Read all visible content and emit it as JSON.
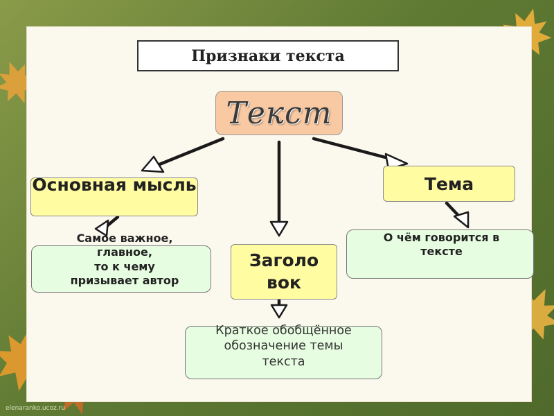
{
  "title": "Признаки текста",
  "central": "Текст",
  "nodes": {
    "main_idea": {
      "label": "Основная мысль",
      "description": "Самое важное,\nглавное,\nто к чему\nпризывает автор"
    },
    "heading": {
      "label": "Заголо вок",
      "description": "Краткое обобщённое\nобозначение темы\nтекста"
    },
    "topic": {
      "label": "Тема",
      "description": "О чём говорится в\nтексте"
    }
  },
  "watermark": "elenaranko.ucoz.ru",
  "colors": {
    "background": "#6f8a3e",
    "panel": "#fbf8ee",
    "central_box": "#f8c9a3",
    "label_box": "#fffca2",
    "description_box": "#e7fde1",
    "leaf_orange": "#f4a22a",
    "leaf_red": "#d2582a"
  }
}
